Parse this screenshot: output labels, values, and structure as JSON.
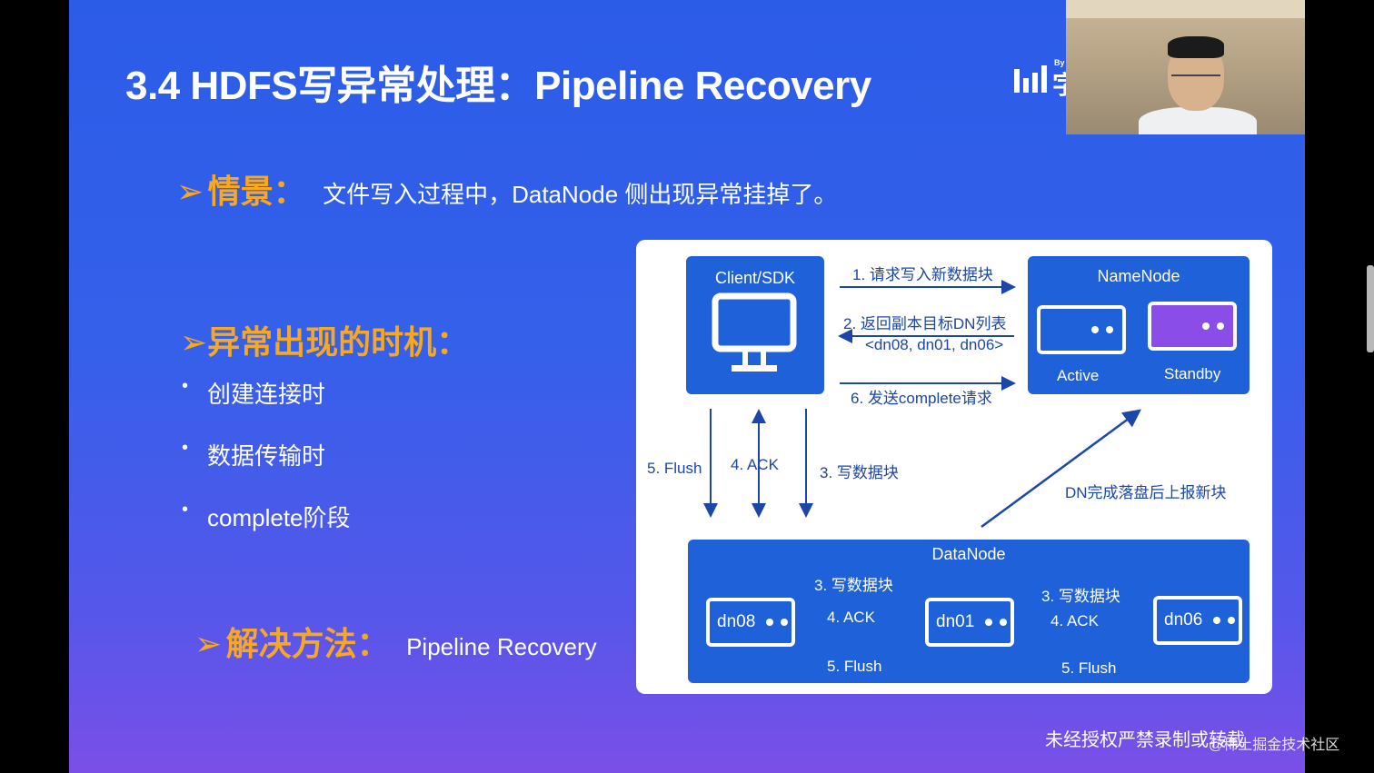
{
  "slide": {
    "title": "3.4 HDFS写异常处理：Pipeline Recovery",
    "logo_by": "By",
    "logo_glyph": "字",
    "scene": {
      "label": "情景：",
      "text": "文件写入过程中，DataNode 侧出现异常挂掉了。"
    },
    "timing": {
      "label": "异常出现的时机：",
      "items": [
        "创建连接时",
        "数据传输时",
        "complete阶段"
      ]
    },
    "solution": {
      "label": "解决方法：",
      "text": "Pipeline Recovery"
    },
    "marker": "➢",
    "bullet": "•",
    "watermark": "未经授权严禁录制或转载",
    "community": "@稀土掘金技术社区"
  },
  "diagram": {
    "client": "Client/SDK",
    "namenode": "NameNode",
    "active": "Active",
    "standby": "Standby",
    "datanode": "DataNode",
    "msg1": "1. 请求写入新数据块",
    "msg2": "2. 返回副本目标DN列表",
    "msg2b": "<dn08, dn01, dn06>",
    "msg6": "6. 发送complete请求",
    "flush": "5. Flush",
    "ack": "4. ACK",
    "write": "3. 写数据块",
    "report": "DN完成落盘后上报新块",
    "dn08": "dn08",
    "dn01": "dn01",
    "dn06": "dn06"
  },
  "colors": {
    "accent": "#f7a823",
    "box": "#1f61d8",
    "standby": "#8a4de8"
  }
}
